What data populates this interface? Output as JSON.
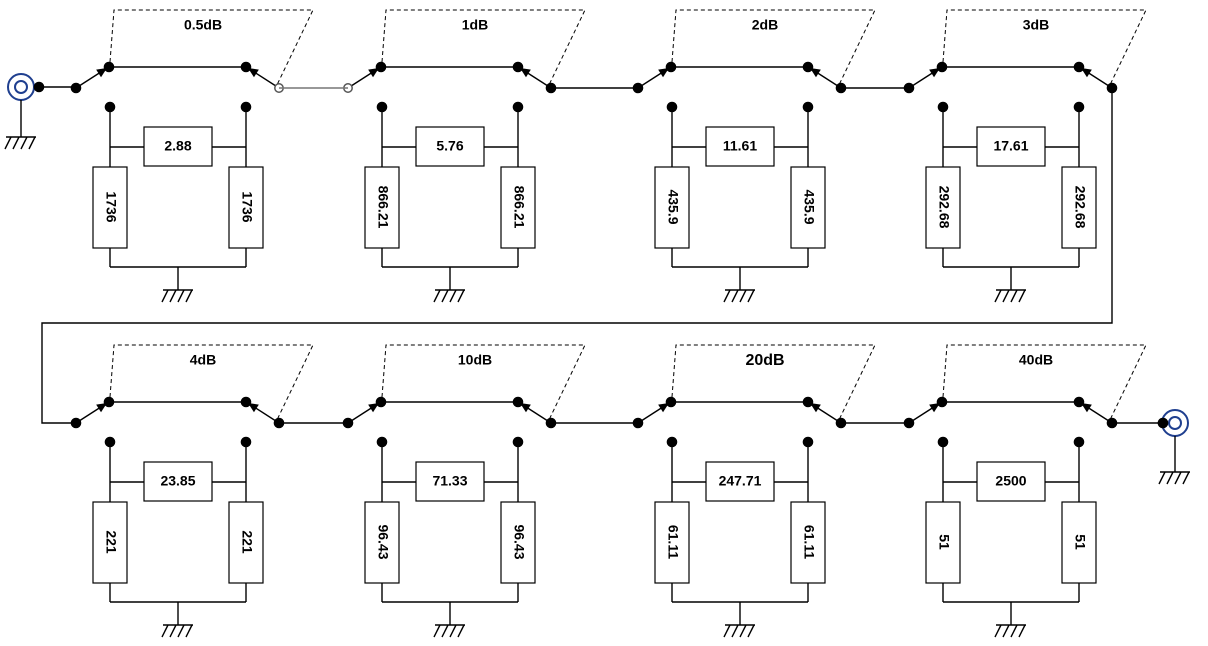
{
  "diagram": {
    "sections": [
      {
        "label": "0.5dB",
        "series": "2.88",
        "shunt_left": "1736",
        "shunt_right": "1736"
      },
      {
        "label": "1dB",
        "series": "5.76",
        "shunt_left": "866.21",
        "shunt_right": "866.21"
      },
      {
        "label": "2dB",
        "series": "11.61",
        "shunt_left": "435.9",
        "shunt_right": "435.9"
      },
      {
        "label": "3dB",
        "series": "17.61",
        "shunt_left": "292.68",
        "shunt_right": "292.68"
      },
      {
        "label": "4dB",
        "series": "23.85",
        "shunt_left": "221",
        "shunt_right": "221"
      },
      {
        "label": "10dB",
        "series": "71.33",
        "shunt_left": "96.43",
        "shunt_right": "96.43"
      },
      {
        "label": "20dB",
        "series": "247.71",
        "shunt_left": "61.11",
        "shunt_right": "61.11"
      },
      {
        "label": "40dB",
        "series": "2500",
        "shunt_left": "51",
        "shunt_right": "51"
      }
    ],
    "connectors": [
      "input-connector",
      "output-connector"
    ],
    "colors": {
      "connector": "#1f3f8f",
      "line": "#000000",
      "dash": "#000000"
    }
  }
}
